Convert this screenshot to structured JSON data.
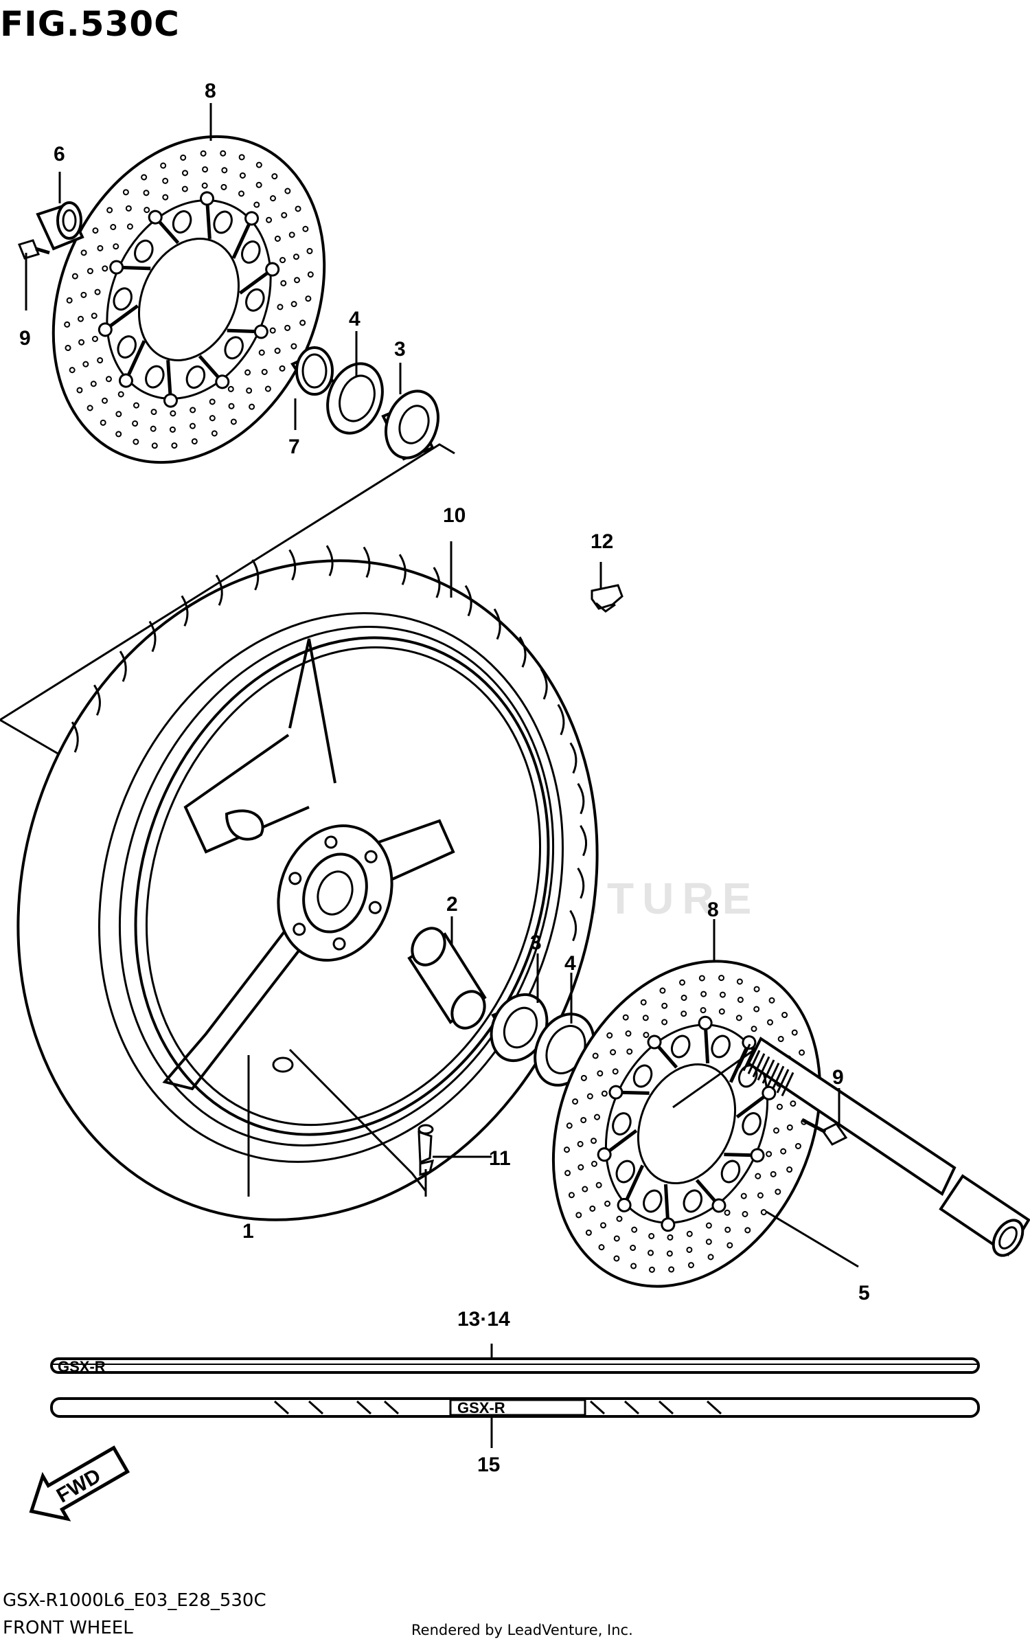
{
  "figure": {
    "title": "FIG.530C",
    "model_code": "GSX-R1000L6_E03_E28_530C",
    "caption": "FRONT WHEEL",
    "credit": "Rendered by LeadVenture, Inc."
  },
  "watermark": "ADVENTURE",
  "stripe_logo": "GSX-R",
  "direction_arrow": "FWD",
  "callouts": {
    "c1": "1",
    "c2": "2",
    "c3a": "3",
    "c3b": "3",
    "c4a": "4",
    "c4b": "4",
    "c5": "5",
    "c6": "6",
    "c7": "7",
    "c8a": "8",
    "c8b": "8",
    "c9a": "9",
    "c9b": "9",
    "c10": "10",
    "c11": "11",
    "c12": "12",
    "c13_14": "13·14",
    "c15": "15"
  }
}
